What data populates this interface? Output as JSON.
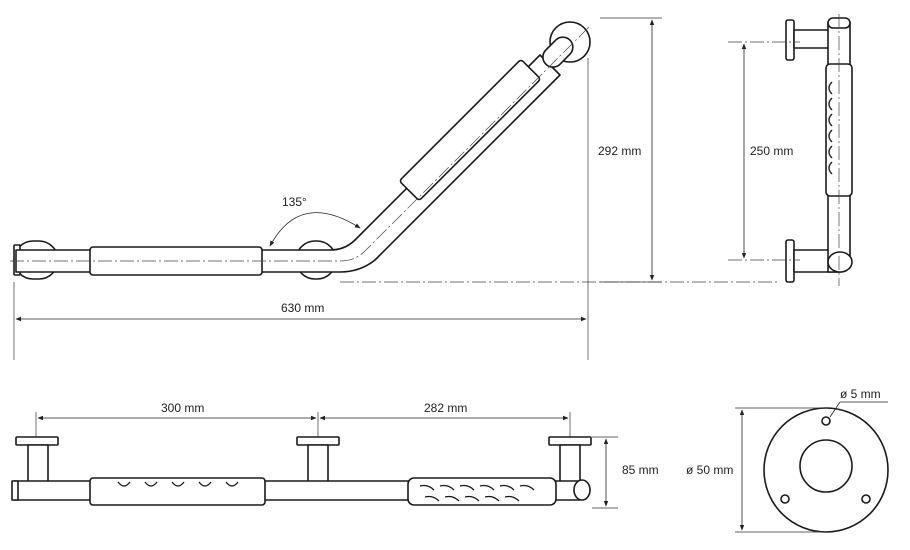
{
  "dimensions": {
    "total_width": "630 mm",
    "total_height": "292 mm",
    "side_height": "250 mm",
    "span_left": "300 mm",
    "span_right": "282 mm",
    "depth": "85 mm",
    "flange_diameter": "ø 50 mm",
    "hole_diameter": "ø 5 mm",
    "angle": "135°"
  }
}
